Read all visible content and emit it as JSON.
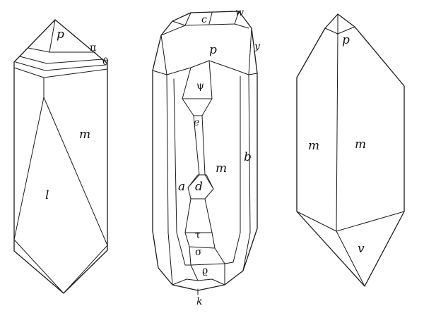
{
  "crystals": [
    {
      "faces": [
        {
          "id": "p",
          "label": "p"
        },
        {
          "id": "pi",
          "label": "π"
        },
        {
          "id": "theta",
          "label": "ϑ"
        },
        {
          "id": "m",
          "label": "m"
        },
        {
          "id": "l",
          "label": "l"
        }
      ]
    },
    {
      "faces": [
        {
          "id": "c",
          "label": "c"
        },
        {
          "id": "w",
          "label": "w"
        },
        {
          "id": "p",
          "label": "p"
        },
        {
          "id": "y",
          "label": "y"
        },
        {
          "id": "psi",
          "label": "ψ"
        },
        {
          "id": "e",
          "label": "e"
        },
        {
          "id": "m",
          "label": "m"
        },
        {
          "id": "b",
          "label": "b"
        },
        {
          "id": "a",
          "label": "a"
        },
        {
          "id": "d",
          "label": "d"
        },
        {
          "id": "tau",
          "label": "τ"
        },
        {
          "id": "sigma",
          "label": "σ"
        },
        {
          "id": "rho",
          "label": "ϱ"
        },
        {
          "id": "k",
          "label": "k"
        }
      ]
    },
    {
      "faces": [
        {
          "id": "p",
          "label": "p"
        },
        {
          "id": "m_left",
          "label": "m"
        },
        {
          "id": "m_right",
          "label": "m"
        },
        {
          "id": "v",
          "label": "v"
        }
      ]
    }
  ]
}
